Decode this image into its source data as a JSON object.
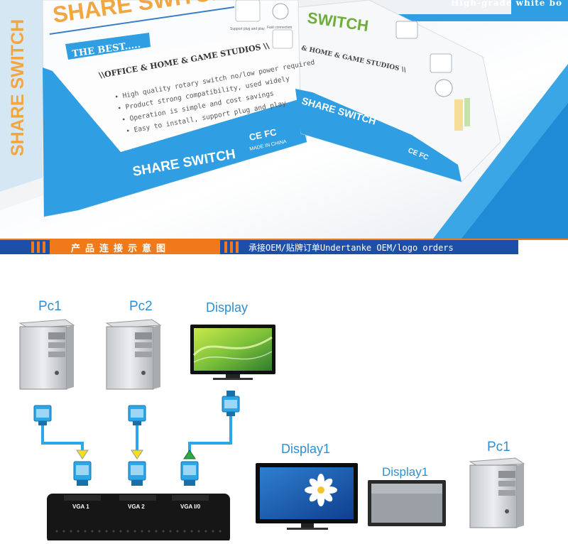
{
  "photo": {
    "banner_text": "High-grade white bo",
    "box_left": {
      "brand_top": "SHARE SWITCH",
      "side_brand": "SHARE SWITCH",
      "tagline": "THE BEST.....",
      "heading": "\\\\OFFICE & HOME & GAME STUDIOS \\\\",
      "features": [
        "• High quality rotary switch no/low power required",
        "• Product strong compatibility, used widely",
        "• Operation is simple and cost savings",
        "• Easy to install, support plug and play"
      ],
      "bottom_brand": "SHARE SWITCH",
      "cert": "CE FC",
      "made_in": "MADE IN CHINA",
      "icon_captions": [
        "Support plug and play",
        "Fast connection"
      ]
    },
    "box_right": {
      "brand_top": "SWITCH",
      "heading": "& HOME & GAME STUDIOS \\\\",
      "bottom_brand": "SHARE SWITCH",
      "cert": "CE FC"
    }
  },
  "section_bar": {
    "title": "产品连接示意图",
    "subtitle": "承接OEM/贴牌订单Undertanke OEM/logo orders",
    "colors": {
      "blue": "#1d4fa8",
      "orange": "#f07a1a",
      "white": "#ffffff"
    }
  },
  "diagram": {
    "labels": {
      "pc1": "Pc1",
      "pc2": "Pc2",
      "display": "Display",
      "display1_large": "Display1",
      "display1_small": "Display1",
      "pc1_right": "Pc1"
    },
    "ports": [
      "VGA 1",
      "VGA 2",
      "VGA I/0"
    ],
    "colors": {
      "label": "#2e8fd2",
      "cable": "#2aa7e8",
      "arrow_in": "#f2e11a",
      "arrow_out": "#2fa84a",
      "switch_body": "#161616"
    }
  }
}
